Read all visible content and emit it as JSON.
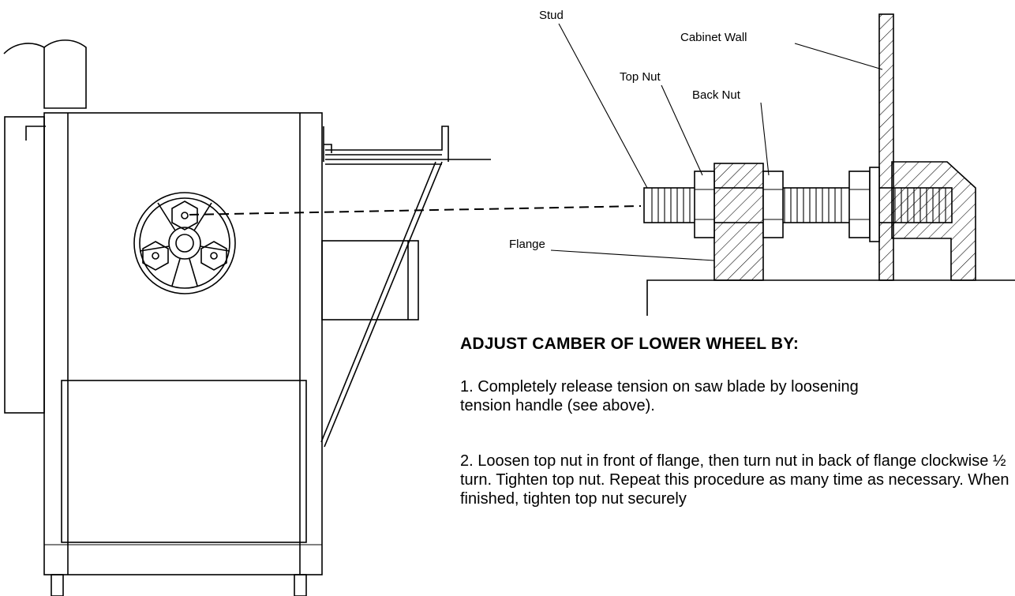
{
  "callouts": {
    "stud": "Stud",
    "cabinet_wall": "Cabinet Wall",
    "top_nut": "Top Nut",
    "back_nut": "Back Nut",
    "flange": "Flange"
  },
  "instructions": {
    "heading": "ADJUST CAMBER OF LOWER WHEEL BY:",
    "step1": "1. Completely release tension on saw blade by loosening tension handle (see above).",
    "step2": "2. Loosen top nut in front of flange, then turn nut in back of flange clockwise ½ turn. Tighten top nut. Repeat this procedure as many time as necessary. When finished, tighten top nut securely"
  }
}
